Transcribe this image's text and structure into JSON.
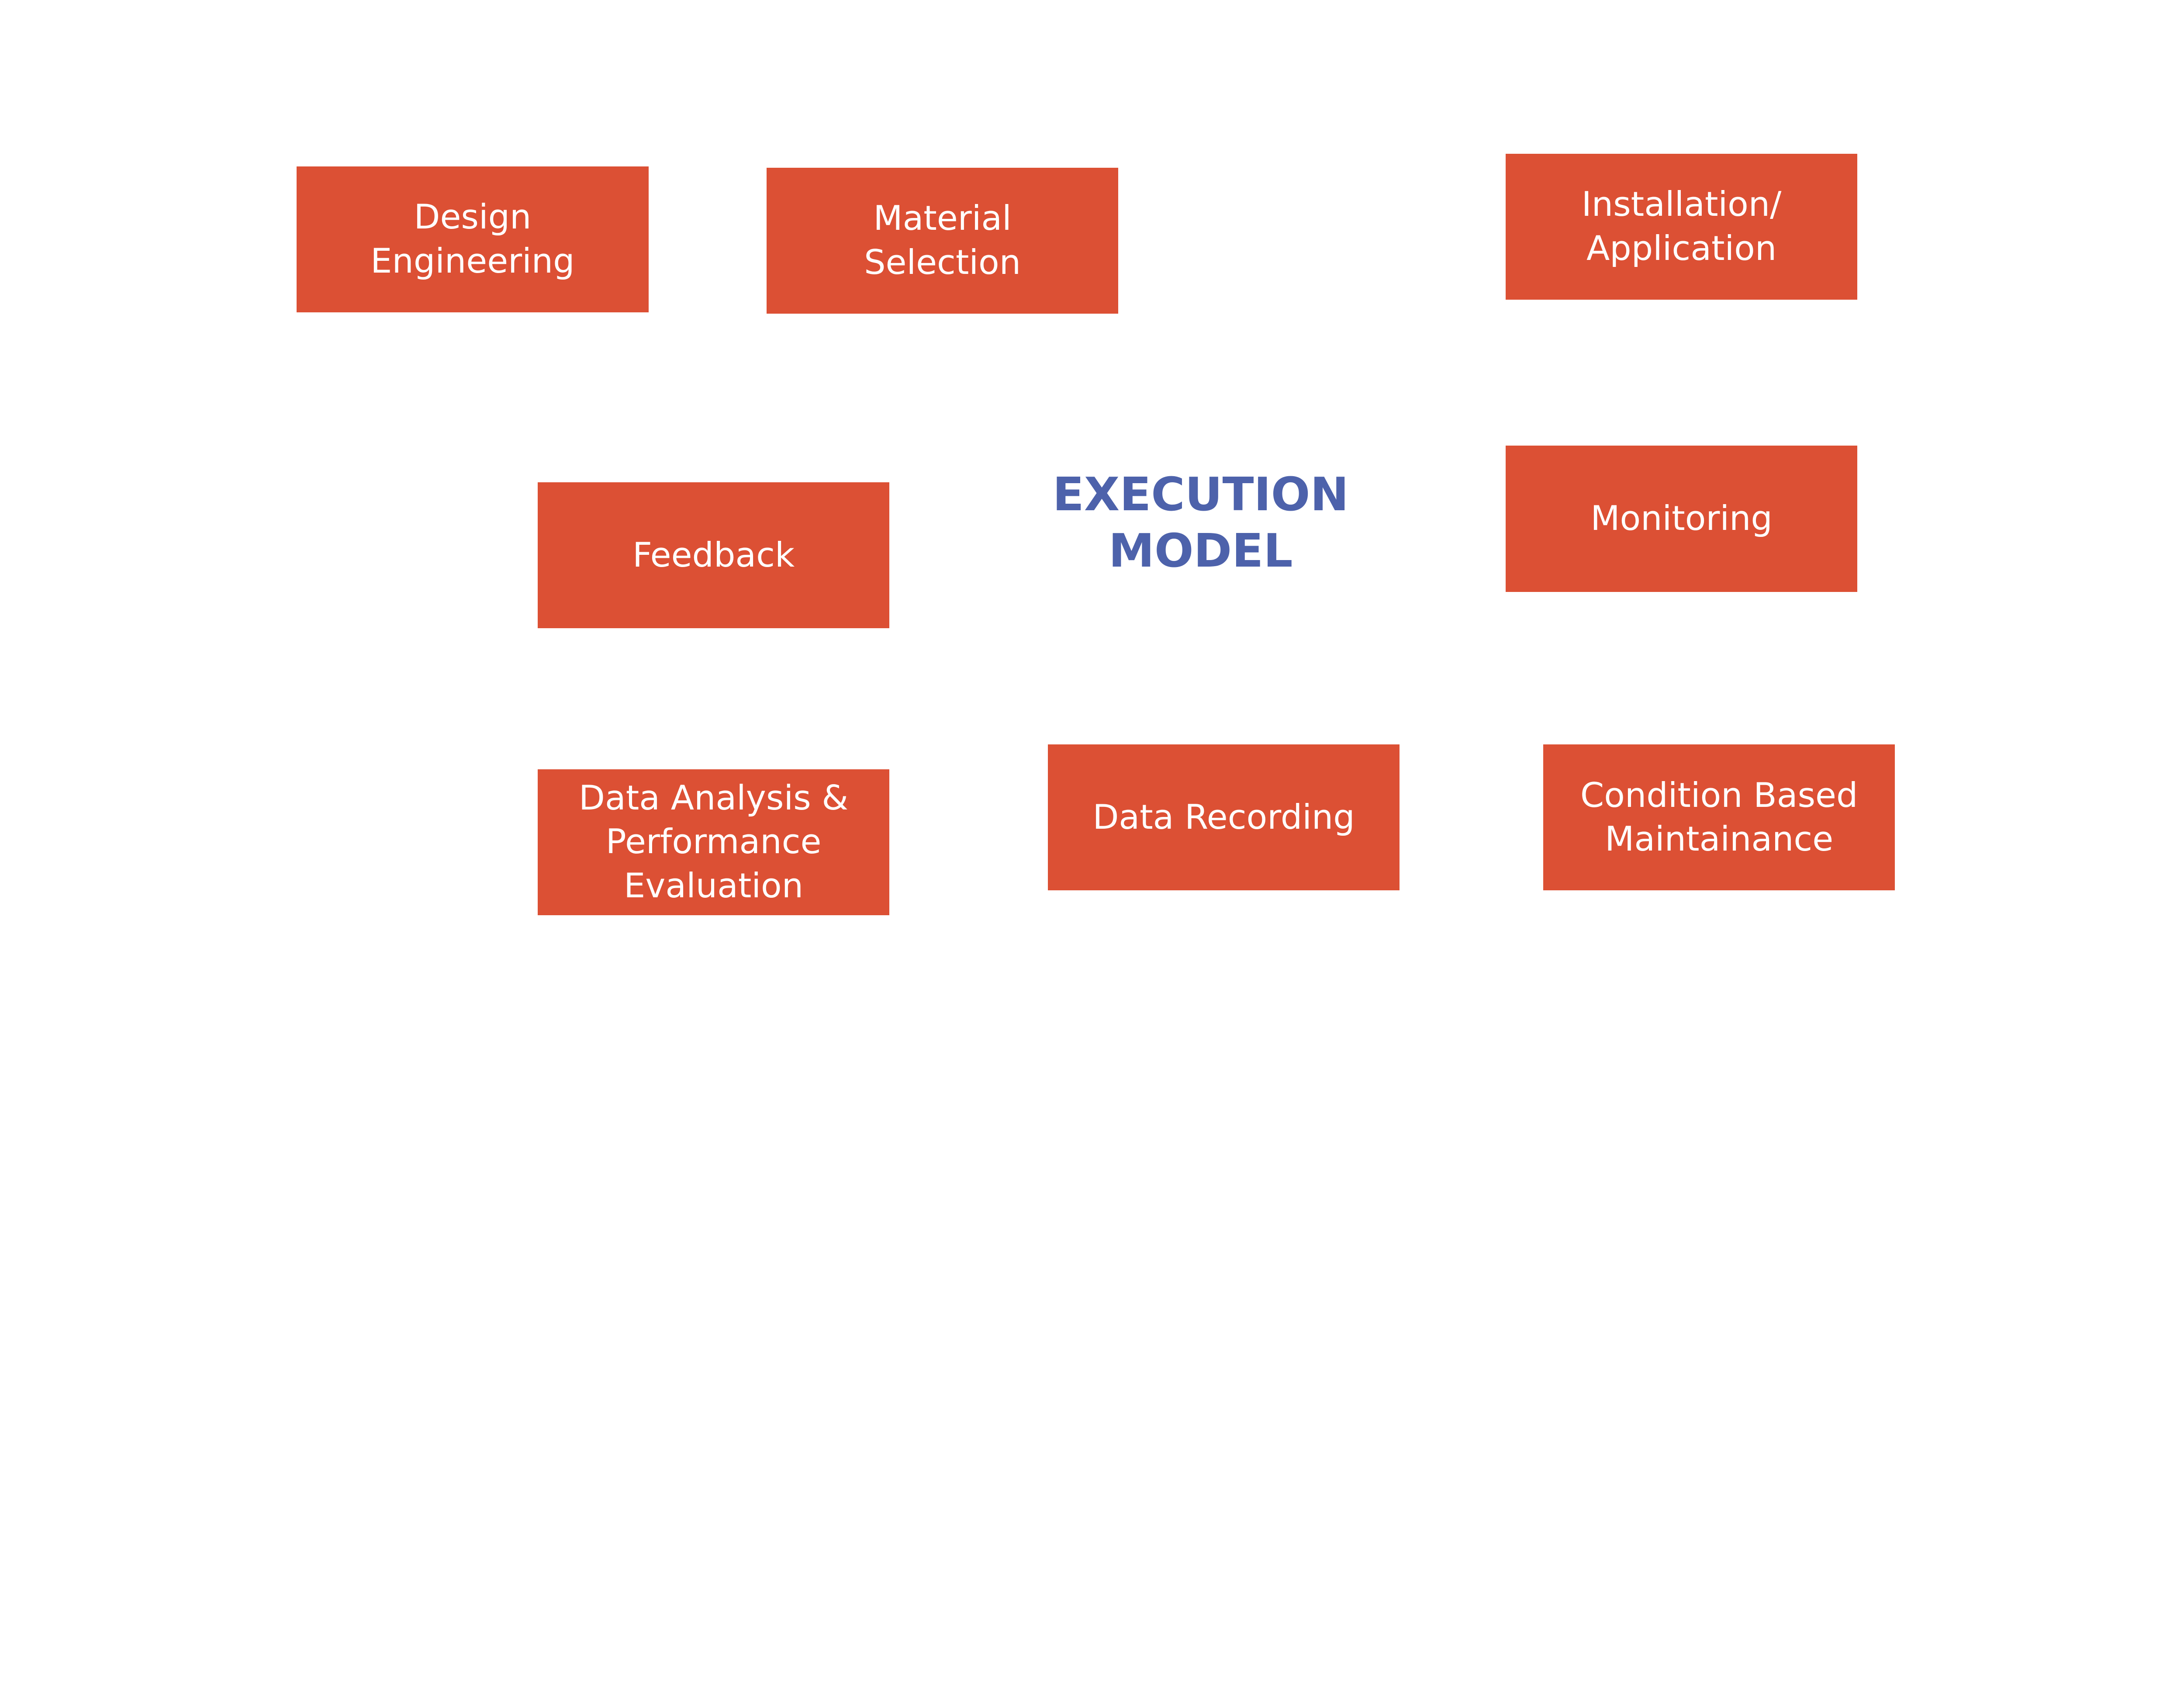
{
  "title": "EXECUTION\nMODEL",
  "colors": {
    "box": "#dc5034",
    "title": "#4d62ab",
    "text": "#ffffff"
  },
  "boxes": [
    {
      "id": "design-engineering",
      "label": "Design\nEngineering"
    },
    {
      "id": "material-selection",
      "label": "Material\nSelection"
    },
    {
      "id": "installation-application",
      "label": "Installation/\nApplication"
    },
    {
      "id": "feedback",
      "label": "Feedback"
    },
    {
      "id": "monitoring",
      "label": "Monitoring"
    },
    {
      "id": "data-analysis",
      "label": "Data Analysis &\nPerformance\nEvaluation"
    },
    {
      "id": "data-recording",
      "label": "Data Recording"
    },
    {
      "id": "condition-based-maintainance",
      "label": "Condition Based\nMaintainance"
    }
  ]
}
